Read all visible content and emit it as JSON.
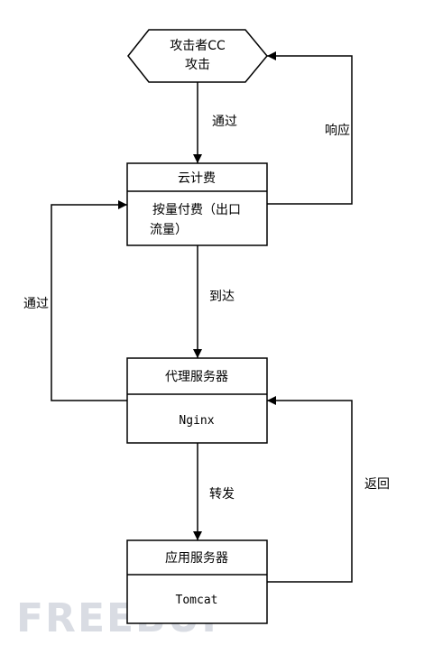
{
  "nodes": {
    "attacker": {
      "line1": "攻击者CC",
      "line2": "攻击"
    },
    "cloud": {
      "title": "云计费",
      "body_line1": "按量付费（出口",
      "body_line2": "流量）"
    },
    "proxy": {
      "title": "代理服务器",
      "body": "Nginx"
    },
    "app": {
      "title": "应用服务器",
      "body": "Tomcat"
    }
  },
  "edges": {
    "attacker_to_cloud": "通过",
    "cloud_to_attacker": "响应",
    "cloud_to_proxy": "到达",
    "proxy_to_cloud": "通过",
    "proxy_to_app": "转发",
    "app_to_proxy": "返回"
  },
  "watermark": "FREEBUF",
  "colors": {
    "stroke": "#000000",
    "watermark": "#d9dce3"
  }
}
